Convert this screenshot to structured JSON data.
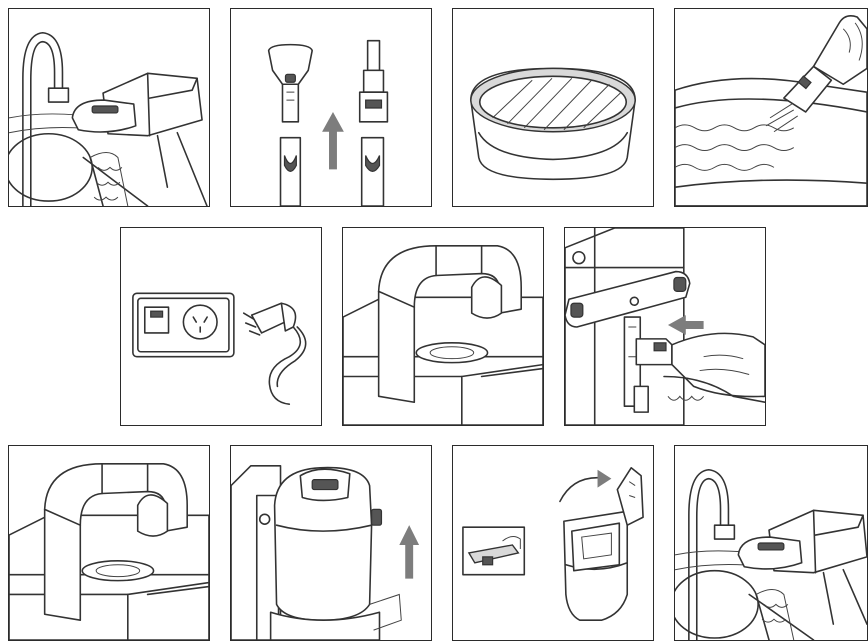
{
  "document": {
    "type": "wordless step-by-step illustration sheet",
    "colors": {
      "line": "#333333",
      "arrow": "#7d7d7d",
      "background": "#ffffff",
      "grey_fill": "#d9d9d9"
    },
    "rows": [
      {
        "panels": [
          "tap-and-filter-nozzle",
          "nozzle-attachment-swap",
          "round-filter-basket",
          "washing-filter-in-basin"
        ]
      },
      {
        "panels": [
          "power-outlet-and-plug",
          "unit-handle-closeup",
          "hose-connector-insertion"
        ]
      },
      {
        "panels": [
          "unit-handle-closeup-repeat",
          "lift-tank-off-unit",
          "open-dust-cup-lid",
          "tap-and-filter-nozzle-repeat"
        ]
      }
    ]
  }
}
